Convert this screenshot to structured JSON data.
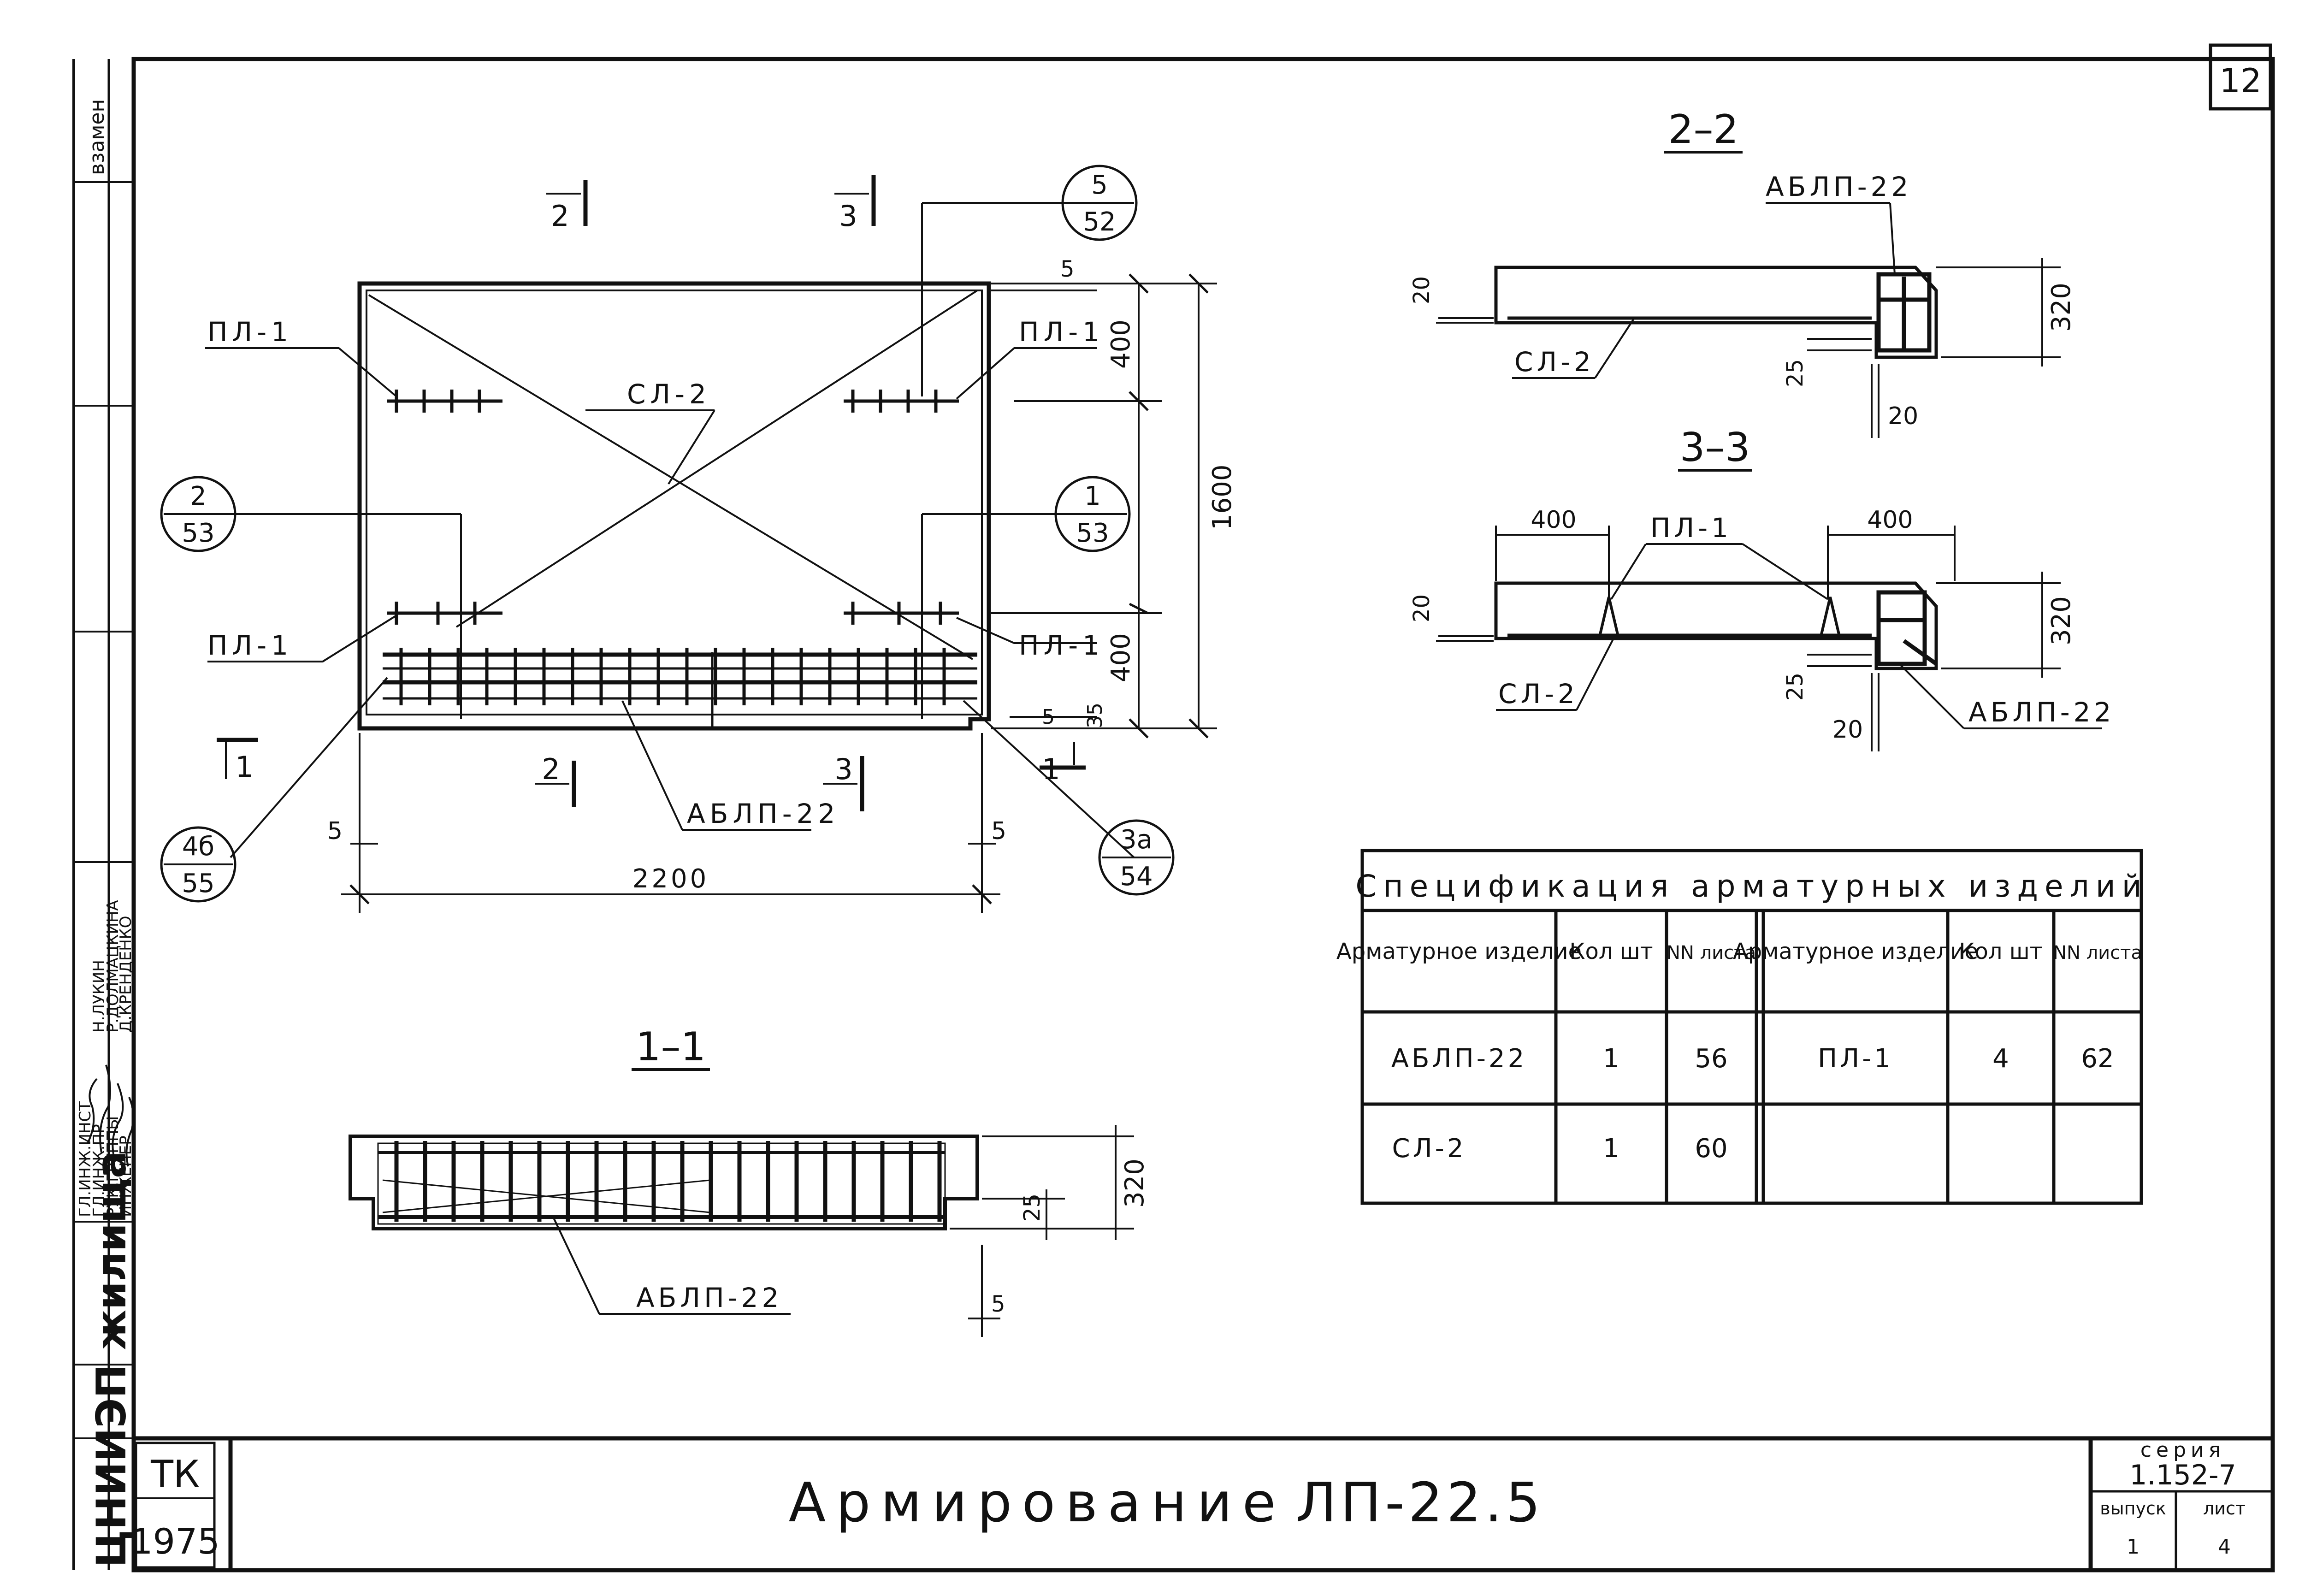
{
  "sheet_number": "12",
  "title": "Армирование",
  "mark": "ЛП-22.5",
  "stamp": {
    "left_vertical": "ЦНИИЭП жилища",
    "tk": "ТК",
    "year": "1975",
    "vzamen": "взамен",
    "roles": [
      "ГЛ.ИНЖ.ИНСТ",
      "ГЛ.ИНЖ.ПР",
      "РУК.ГРУППЫ",
      "ИНЖЕНЕР"
    ],
    "names": [
      "Н.ЛУКИН",
      "Р.ДОЛМАЦКИНА",
      "Д.КРЕНДЕНКО"
    ],
    "seria_label": "серия",
    "seria_value": "1.152-7",
    "vypusk_label": "выпуск",
    "vypusk_value": "1",
    "list_label": "лист",
    "list_value": "4"
  },
  "plan": {
    "sec_marks_top": [
      "2",
      "3"
    ],
    "sec_marks_bottom": [
      "2",
      "3"
    ],
    "sec_mark_left": "1",
    "sec_mark_right": "1",
    "labels": [
      "ПЛ-1",
      "ПЛ-1",
      "ПЛ-1",
      "ПЛ-1",
      "СЛ-2",
      "АБЛП-22"
    ],
    "callouts": [
      {
        "top": "5",
        "bottom": "52"
      },
      {
        "top": "2",
        "bottom": "53"
      },
      {
        "top": "1",
        "bottom": "53"
      },
      {
        "top": "4б",
        "bottom": "55"
      },
      {
        "top": "3а",
        "bottom": "54"
      }
    ],
    "dims": {
      "top_offset": "5",
      "top_400": "400",
      "total_1600": "1600",
      "bottom_400": "400",
      "bottom_35": "35",
      "bottom_5": "5",
      "left_5": "5",
      "right_5": "5",
      "length_2200": "2200"
    }
  },
  "section_1_1": {
    "title": "1–1",
    "label": "АБЛП-22",
    "dims": {
      "h320": "320",
      "h25": "25",
      "w5": "5"
    }
  },
  "section_2_2": {
    "title": "2–2",
    "labels": [
      "АБЛП-22",
      "СЛ-2"
    ],
    "dims": {
      "d20_left": "20",
      "h320": "320",
      "d25": "25",
      "d20_bottom": "20"
    }
  },
  "section_3_3": {
    "title": "3–3",
    "labels": [
      "ПЛ-1",
      "СЛ-2",
      "АБЛП-22"
    ],
    "dims": {
      "w400_left": "400",
      "w400_right": "400",
      "d20_left": "20",
      "h320": "320",
      "d25": "25",
      "d20_bottom": "20"
    }
  },
  "spec_table": {
    "title": "Спецификация арматурных изделий",
    "headers": [
      "Арматурное изделие",
      "Кол шт",
      "NN листа",
      "Арматурное изделие",
      "Кол шт",
      "NN листа"
    ],
    "rows": [
      [
        "АБЛП-22",
        "1",
        "56",
        "ПЛ-1",
        "4",
        "62"
      ],
      [
        "СЛ-2",
        "1",
        "60",
        "",
        "",
        ""
      ]
    ]
  }
}
